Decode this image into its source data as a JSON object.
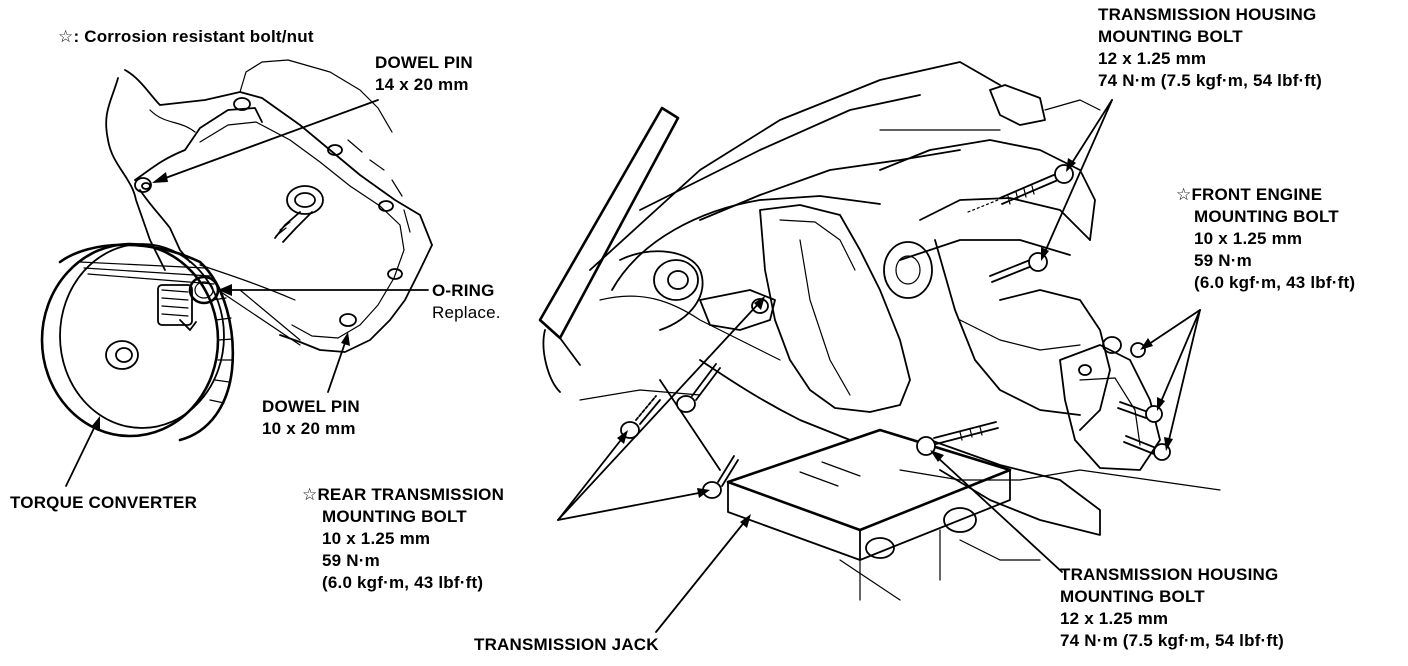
{
  "legend": {
    "symbol": "☆",
    "text": ": Corrosion resistant bolt/nut"
  },
  "labels": {
    "dowel_pin_top": {
      "name": "DOWEL PIN",
      "size": "14 x 20 mm"
    },
    "o_ring": {
      "name": "O-RING",
      "note": "Replace."
    },
    "dowel_pin_bottom": {
      "name": "DOWEL PIN",
      "size": "10 x 20 mm"
    },
    "torque_converter": {
      "name": "TORQUE CONVERTER"
    },
    "rear_transmission_bolt": {
      "star": "☆",
      "line1": "REAR TRANSMISSION",
      "line2": "MOUNTING BOLT",
      "size": "10 x 1.25 mm",
      "torque_nm": "59 N·m",
      "torque_alt": "(6.0 kgf·m, 43 lbf·ft)"
    },
    "transmission_jack": {
      "name": "TRANSMISSION JACK"
    },
    "housing_bolt_top": {
      "line1": "TRANSMISSION HOUSING",
      "line2": "MOUNTING BOLT",
      "size": "12 x 1.25 mm",
      "torque": "74 N·m (7.5 kgf·m, 54 lbf·ft)"
    },
    "front_engine_bolt": {
      "star": "☆",
      "line1": "FRONT ENGINE",
      "line2": "MOUNTING BOLT",
      "size": "10 x 1.25 mm",
      "torque_nm": "59 N·m",
      "torque_alt": "(6.0 kgf·m, 43 lbf·ft)"
    },
    "housing_bolt_bottom": {
      "line1": "TRANSMISSION HOUSING",
      "line2": "MOUNTING BOLT",
      "size": "12 x 1.25 mm",
      "torque": "74 N·m (7.5 kgf·m, 54 lbf·ft)"
    }
  }
}
